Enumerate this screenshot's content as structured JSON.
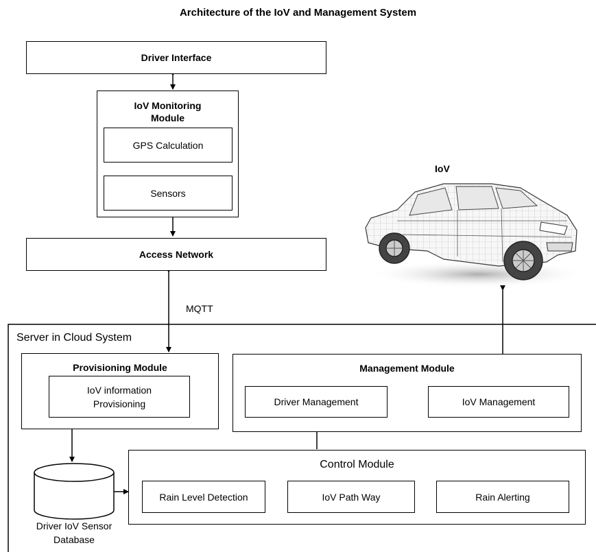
{
  "title": "Architecture of the IoV and Management System",
  "driver_interface": "Driver Interface",
  "monitoring": {
    "title_line1": "IoV Monitoring",
    "title_line2": "Module",
    "gps": "GPS Calculation",
    "sensors": "Sensors"
  },
  "access_network": "Access Network",
  "mqtt_label": "MQTT",
  "iov_label": "IoV",
  "cloud": {
    "label": "Server in Cloud System",
    "provisioning": {
      "title": "Provisioning Module",
      "inner_line1": "IoV information",
      "inner_line2": "Provisioning"
    },
    "management": {
      "title": "Management Module",
      "driver_mgmt": "Driver Management",
      "iov_mgmt": "IoV Management"
    },
    "control": {
      "title": "Control Module",
      "rain_level": "Rain Level Detection",
      "path_way": "IoV Path Way",
      "rain_alert": "Rain Alerting"
    },
    "database": {
      "line1": "Driver IoV Sensor",
      "line2": "Database"
    }
  }
}
